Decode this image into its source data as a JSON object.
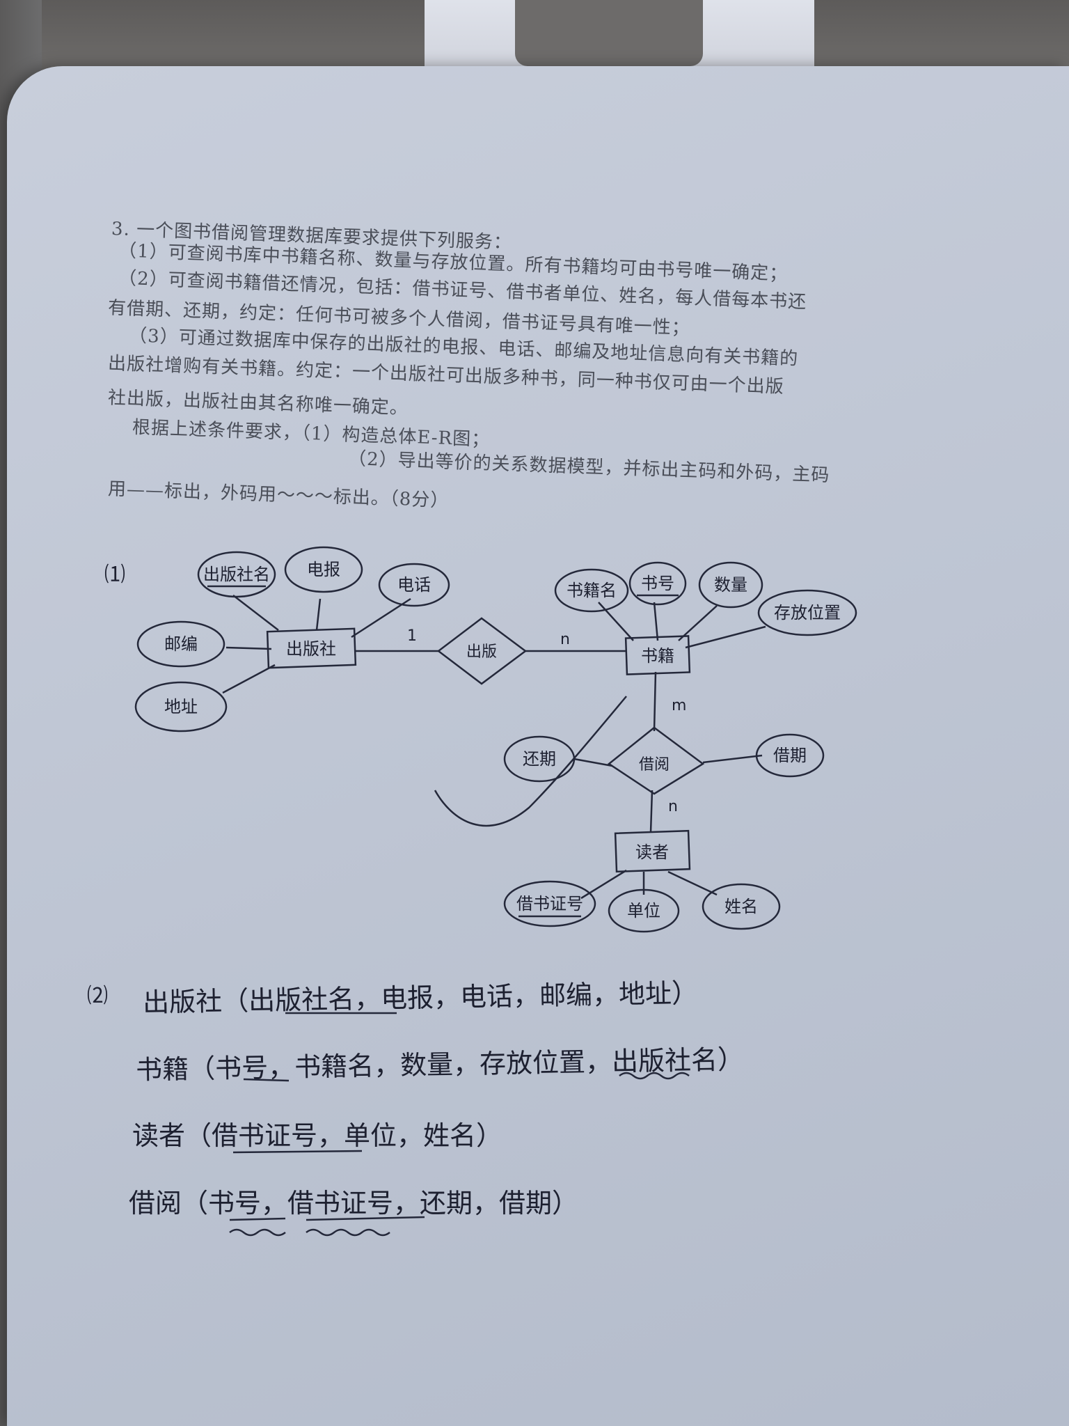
{
  "question": {
    "header": "3. 一个图书借阅管理数据库要求提供下列服务：",
    "item1": "（1）可查阅书库中书籍名称、数量与存放位置。所有书籍均可由书号唯一确定；",
    "item2_line1": "（2）可查阅书籍借还情况，包括：借书证号、借书者单位、姓名，每人借每本书还",
    "item2_line2": "有借期、还期，约定：任何书可被多个人借阅，借书证号具有唯一性；",
    "item3_line1": "（3）可通过数据库中保存的出版社的电报、电话、邮编及地址信息向有关书籍的",
    "item3_line2": "出版社增购有关书籍。约定：一个出版社可出版多种书，同一种书仅可由一个出版",
    "item3_line3": "社出版，出版社由其名称唯一确定。",
    "req_intro": "根据上述条件要求，（1）构造总体E-R图；",
    "req2_line1": "（2）导出等价的关系数据模型，并标出主码和外码，主码",
    "req2_line2": "用——标出，外码用～～～标出。（8分）"
  },
  "answer": {
    "label1": "⑴",
    "label2": "⑵"
  },
  "er_diagram": {
    "entities": {
      "publisher": "出版社",
      "book": "书籍",
      "reader": "读者"
    },
    "relationships": {
      "publish": "出版",
      "borrow": "借阅"
    },
    "attributes": {
      "publisher_name": "出版社名",
      "telegram": "电报",
      "phone": "电话",
      "postcode": "邮编",
      "address": "地址",
      "book_name": "书籍名",
      "book_no": "书号",
      "quantity": "数量",
      "location": "存放位置",
      "return_date": "还期",
      "borrow_date": "借期",
      "card_no": "借书证号",
      "unit": "单位",
      "name": "姓名"
    },
    "cardinality": {
      "publish_publisher": "1",
      "publish_book": "n",
      "borrow_book": "m",
      "borrow_reader": "n"
    }
  },
  "relations": [
    {
      "name": "出版社",
      "attrs": "（出版社名，电报，电话，邮编，地址）"
    },
    {
      "name": "书籍",
      "attrs": "（书号，书籍名，数量，存放位置，出版社名）"
    },
    {
      "name": "读者",
      "attrs": "（借书证号，单位，姓名）"
    },
    {
      "name": "借阅",
      "attrs": "（书号，借书证号，还期，借期）"
    }
  ]
}
